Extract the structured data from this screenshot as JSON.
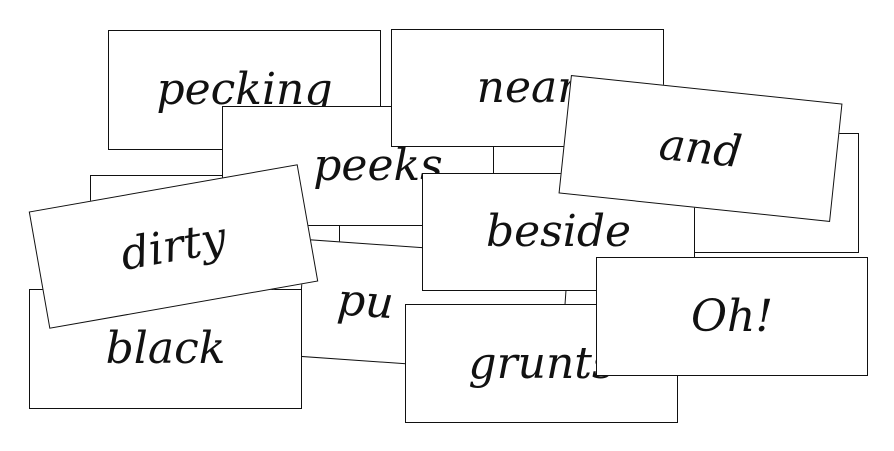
{
  "cards": [
    {
      "id": "blank-back-left",
      "word": ""
    },
    {
      "id": "blank-back-right",
      "word": ""
    },
    {
      "id": "pecking",
      "word": "pecking"
    },
    {
      "id": "pu",
      "word": "pu"
    },
    {
      "id": "peeks",
      "word": "peeks"
    },
    {
      "id": "near",
      "word": "near"
    },
    {
      "id": "beside",
      "word": "beside"
    },
    {
      "id": "black",
      "word": "black"
    },
    {
      "id": "dirty",
      "word": "dirty"
    },
    {
      "id": "grunts",
      "word": "grunts"
    },
    {
      "id": "and",
      "word": "and"
    },
    {
      "id": "oh",
      "word": "Oh!"
    }
  ]
}
